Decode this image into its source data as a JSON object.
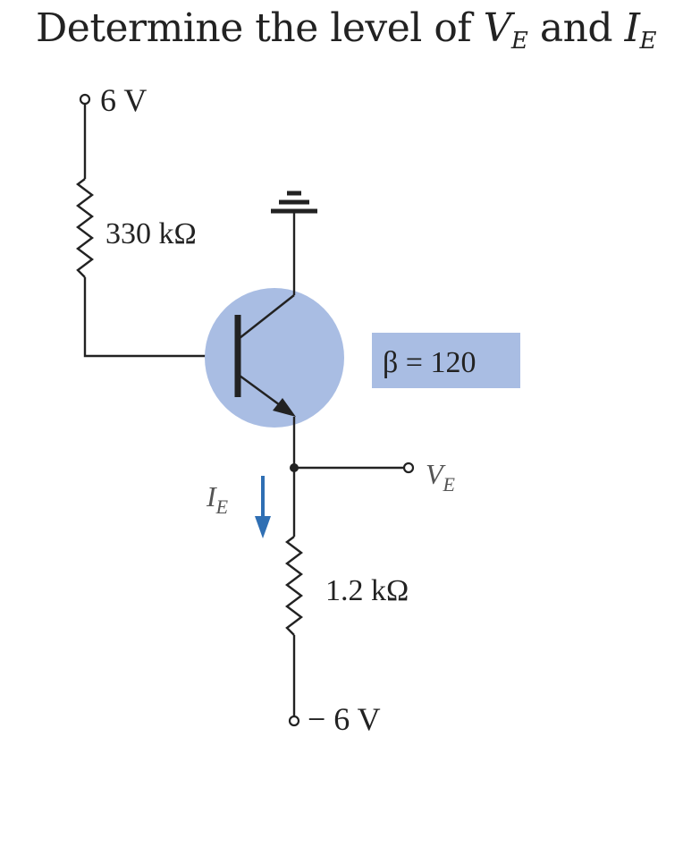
{
  "question": {
    "prefix": "Determine the level of ",
    "var1": "V",
    "var1_sub": "E",
    "mid": " and ",
    "var2": "I",
    "var2_sub": "E"
  },
  "circuit": {
    "vcc_label": "6 V",
    "rb_label": "330 kΩ",
    "beta_label": "β = 120",
    "ve_main": "V",
    "ve_sub": "E",
    "ie_main": "I",
    "ie_sub": "E",
    "re_label": "1.2 kΩ",
    "vee_label": "− 6 V"
  },
  "colors": {
    "wire": "#222222",
    "transistor_fill": "#a9bde3",
    "beta_box": "#a9bde3",
    "current_arrow": "#2f6fb3",
    "subscript_label": "#555555"
  }
}
